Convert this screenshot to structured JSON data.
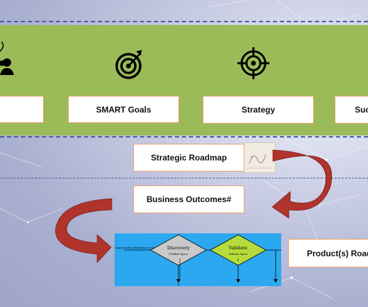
{
  "diagram": {
    "top_boxes": [
      {
        "id": "left-partial",
        "label": ""
      },
      {
        "id": "smart-goals",
        "label": "SMART Goals"
      },
      {
        "id": "strategy",
        "label": "Strategy"
      },
      {
        "id": "success-partial",
        "label": "Suc"
      }
    ],
    "flow_boxes": {
      "strategic_roadmap": "Strategic Roadmap",
      "business_outcomes": "Business Outcomes#",
      "product_roadmap": "Product(s) Roadm"
    },
    "process": {
      "start_label": "Opportunities Ideas/Assump tions",
      "discovery_title": "Discovery",
      "discovery_sub": "Problem Space",
      "validate_title": "Validate",
      "validate_sub": "Solution Space"
    }
  },
  "icons": [
    "people-icon",
    "target-arrow-icon",
    "crosshair-icon",
    "roadmap-plan-image"
  ],
  "colors": {
    "band": "#9bbb59",
    "box_border": "#f0a070",
    "arrow": "#b0332c",
    "process_bg": "#2ba8f0",
    "discovery_fill": "#c9c9c9",
    "validate_fill": "#b5dc3c"
  }
}
